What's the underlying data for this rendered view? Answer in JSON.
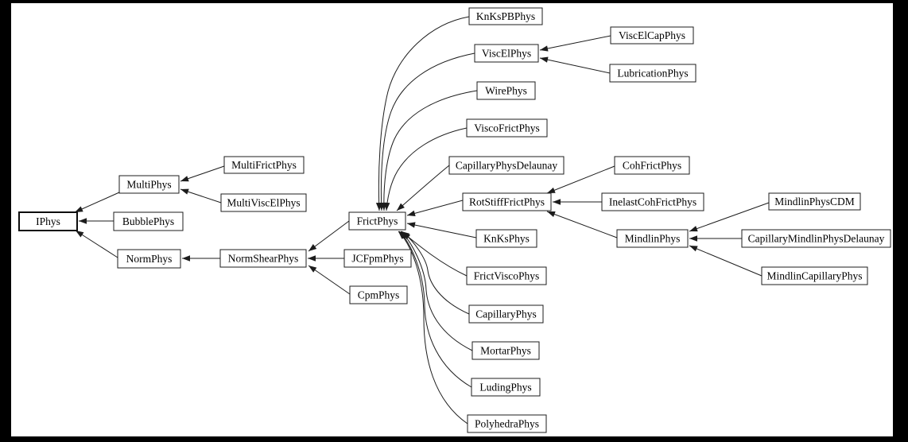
{
  "page": {
    "background_color": "#000000",
    "canvas_color": "#ffffff"
  },
  "diagram": {
    "kind": "class-inheritance-graph",
    "root_node": "IPhys",
    "node_fill_color": "#ffffff",
    "node_border_color": "#1c1c1c",
    "edge_color": "#1c1c1c",
    "text_color": "#000000",
    "nodes": [
      {
        "id": "IPhys",
        "label": "IPhys"
      },
      {
        "id": "MultiPhys",
        "label": "MultiPhys"
      },
      {
        "id": "BubblePhys",
        "label": "BubblePhys"
      },
      {
        "id": "NormPhys",
        "label": "NormPhys"
      },
      {
        "id": "MultiFrictPhys",
        "label": "MultiFrictPhys"
      },
      {
        "id": "MultiViscElPhys",
        "label": "MultiViscElPhys"
      },
      {
        "id": "NormShearPhys",
        "label": "NormShearPhys"
      },
      {
        "id": "JCFpmPhys",
        "label": "JCFpmPhys"
      },
      {
        "id": "CpmPhys",
        "label": "CpmPhys"
      },
      {
        "id": "FrictPhys",
        "label": "FrictPhys"
      },
      {
        "id": "KnKsPBPhys",
        "label": "KnKsPBPhys"
      },
      {
        "id": "ViscElPhys",
        "label": "ViscElPhys"
      },
      {
        "id": "ViscElCapPhys",
        "label": "ViscElCapPhys"
      },
      {
        "id": "LubricationPhys",
        "label": "LubricationPhys"
      },
      {
        "id": "WirePhys",
        "label": "WirePhys"
      },
      {
        "id": "ViscoFrictPhys",
        "label": "ViscoFrictPhys"
      },
      {
        "id": "CapillaryPhysDelaunay",
        "label": "CapillaryPhysDelaunay"
      },
      {
        "id": "RotStiffFrictPhys",
        "label": "RotStiffFrictPhys"
      },
      {
        "id": "CohFrictPhys",
        "label": "CohFrictPhys"
      },
      {
        "id": "InelastCohFrictPhys",
        "label": "InelastCohFrictPhys"
      },
      {
        "id": "MindlinPhys",
        "label": "MindlinPhys"
      },
      {
        "id": "MindlinPhysCDM",
        "label": "MindlinPhysCDM"
      },
      {
        "id": "CapillaryMindlinPhysDelaunay",
        "label": "CapillaryMindlinPhysDelaunay"
      },
      {
        "id": "MindlinCapillaryPhys",
        "label": "MindlinCapillaryPhys"
      },
      {
        "id": "KnKsPhys",
        "label": "KnKsPhys"
      },
      {
        "id": "FrictViscoPhys",
        "label": "FrictViscoPhys"
      },
      {
        "id": "CapillaryPhys",
        "label": "CapillaryPhys"
      },
      {
        "id": "MortarPhys",
        "label": "MortarPhys"
      },
      {
        "id": "LudingPhys",
        "label": "LudingPhys"
      },
      {
        "id": "PolyhedraPhys",
        "label": "PolyhedraPhys"
      }
    ],
    "edges": [
      {
        "from": "MultiPhys",
        "to": "IPhys"
      },
      {
        "from": "BubblePhys",
        "to": "IPhys"
      },
      {
        "from": "NormPhys",
        "to": "IPhys"
      },
      {
        "from": "MultiFrictPhys",
        "to": "MultiPhys"
      },
      {
        "from": "MultiViscElPhys",
        "to": "MultiPhys"
      },
      {
        "from": "NormShearPhys",
        "to": "NormPhys"
      },
      {
        "from": "FrictPhys",
        "to": "NormShearPhys"
      },
      {
        "from": "JCFpmPhys",
        "to": "NormShearPhys"
      },
      {
        "from": "CpmPhys",
        "to": "NormShearPhys"
      },
      {
        "from": "KnKsPBPhys",
        "to": "FrictPhys"
      },
      {
        "from": "ViscElPhys",
        "to": "FrictPhys"
      },
      {
        "from": "WirePhys",
        "to": "FrictPhys"
      },
      {
        "from": "ViscoFrictPhys",
        "to": "FrictPhys"
      },
      {
        "from": "CapillaryPhysDelaunay",
        "to": "FrictPhys"
      },
      {
        "from": "RotStiffFrictPhys",
        "to": "FrictPhys"
      },
      {
        "from": "KnKsPhys",
        "to": "FrictPhys"
      },
      {
        "from": "FrictViscoPhys",
        "to": "FrictPhys"
      },
      {
        "from": "CapillaryPhys",
        "to": "FrictPhys"
      },
      {
        "from": "MortarPhys",
        "to": "FrictPhys"
      },
      {
        "from": "LudingPhys",
        "to": "FrictPhys"
      },
      {
        "from": "PolyhedraPhys",
        "to": "FrictPhys"
      },
      {
        "from": "ViscElCapPhys",
        "to": "ViscElPhys"
      },
      {
        "from": "LubricationPhys",
        "to": "ViscElPhys"
      },
      {
        "from": "CohFrictPhys",
        "to": "RotStiffFrictPhys"
      },
      {
        "from": "InelastCohFrictPhys",
        "to": "RotStiffFrictPhys"
      },
      {
        "from": "MindlinPhys",
        "to": "RotStiffFrictPhys"
      },
      {
        "from": "MindlinPhysCDM",
        "to": "MindlinPhys"
      },
      {
        "from": "CapillaryMindlinPhysDelaunay",
        "to": "MindlinPhys"
      },
      {
        "from": "MindlinCapillaryPhys",
        "to": "MindlinPhys"
      }
    ]
  }
}
